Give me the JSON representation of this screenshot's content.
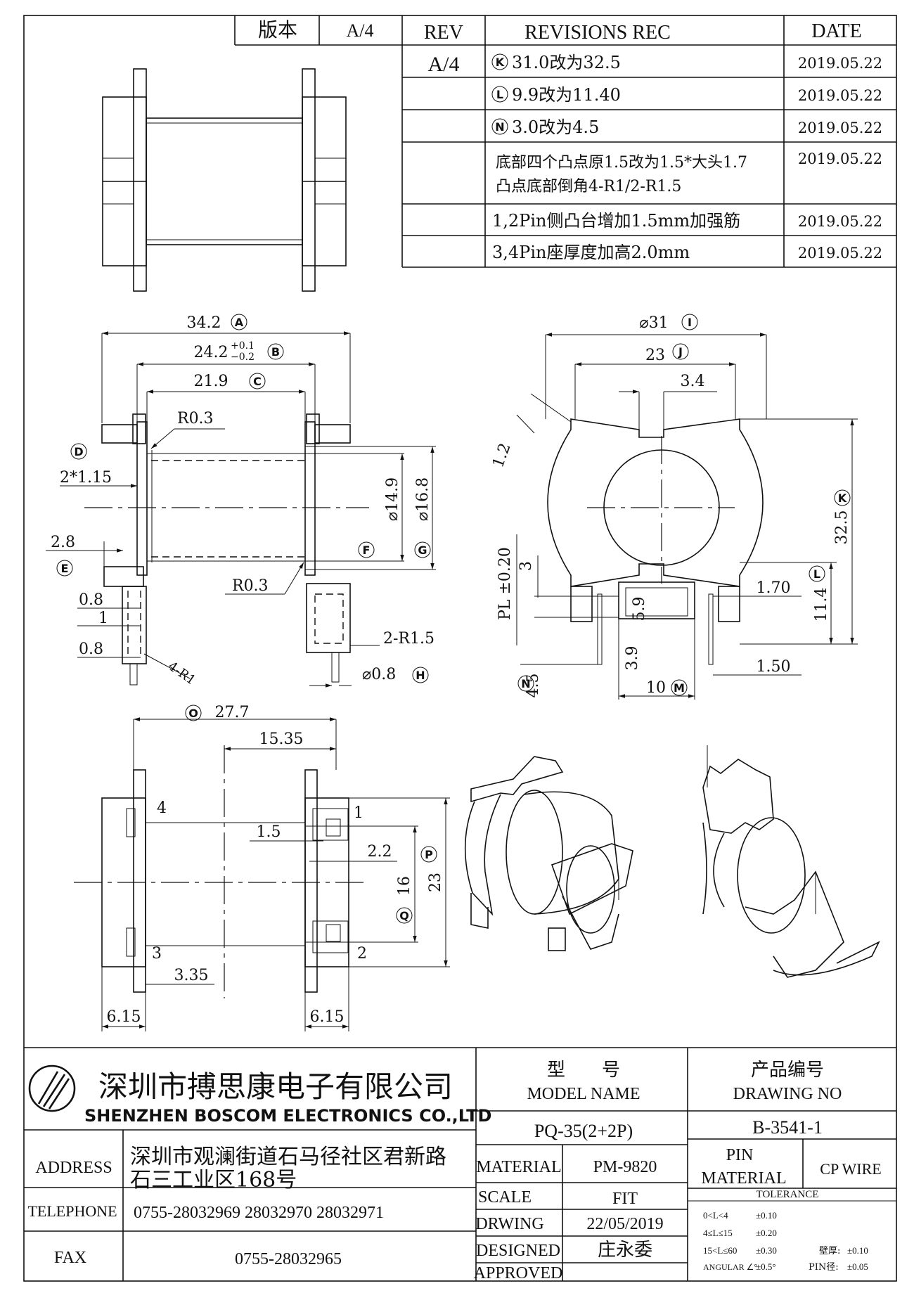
{
  "revision_table": {
    "version_label": "版本",
    "version_value": "A/4",
    "headers": {
      "rev": "REV",
      "revisions": "REVISIONS REC",
      "date": "DATE"
    },
    "rev_value": "A/4",
    "rows": [
      {
        "marker": "K",
        "text": "31.0改为32.5",
        "date": "2019.05.22"
      },
      {
        "marker": "L",
        "text": "9.9改为11.40",
        "date": "2019.05.22"
      },
      {
        "marker": "N",
        "text": "3.0改为4.5",
        "date": "2019.05.22"
      },
      {
        "marker": "",
        "text": "底部四个凸点原1.5改为1.5*大头1.7",
        "text2": "凸点底部倒角4-R1/2-R1.5",
        "date": "2019.05.22"
      },
      {
        "marker": "",
        "text": "1,2Pin侧凸台增加1.5mm加强筋",
        "date": "2019.05.22"
      },
      {
        "marker": "",
        "text": "3,4Pin座厚度加高2.0mm",
        "date": "2019.05.22"
      }
    ]
  },
  "dimensions": {
    "A": "34.2",
    "B": "24.2",
    "B_tol_plus": "+0.1",
    "B_tol_minus": "−0.2",
    "C": "21.9",
    "D": "2*1.15",
    "E": "2.8",
    "F": "⌀14.9",
    "G": "⌀16.8",
    "H": "⌀0.8",
    "I": "⌀31",
    "J": "23",
    "J_sub": "3.4",
    "K": "32.5",
    "L": "11.4",
    "M": "10",
    "N": "4.5",
    "O": "27.7",
    "O_sub": "15.35",
    "P": "23",
    "Q": "16",
    "r03_top": "R0.3",
    "r03_bottom": "R0.3",
    "r_2r15": "2-R1.5",
    "r_4r1": "4-R1",
    "d08a": "0.8",
    "d1": "1",
    "d08b": "0.8",
    "d12": "1.2",
    "pl": "PL ±0.20",
    "d3": "3",
    "d59": "5.9",
    "d39": "3.9",
    "d170": "1.70",
    "d150": "1.50",
    "d15": "1.5",
    "d22": "2.2",
    "d335": "3.35",
    "d615a": "6.15",
    "d615b": "6.15",
    "pin1": "1",
    "pin2": "2",
    "pin3": "3",
    "pin4": "4"
  },
  "title_block": {
    "company_cn": "深圳市搏思康电子有限公司",
    "company_en": "SHENZHEN BOSCOM ELECTRONICS CO.,LTD",
    "address_label": "ADDRESS",
    "address_line1": "深圳市观澜街道石马径社区君新路",
    "address_line2": "石三工业区168号",
    "telephone_label": "TELEPHONE",
    "telephone_value": "0755-28032969 28032970 28032971",
    "fax_label": "FAX",
    "fax_value": "0755-28032965",
    "model_label_cn": "型　　号",
    "model_label_en": "MODEL NAME",
    "model_value": "PQ-35(2+2P)",
    "drawing_no_label_cn": "产品编号",
    "drawing_no_label_en": "DRAWING NO",
    "drawing_no_value": "B-3541-1",
    "material_label": "MATERIAL",
    "material_value": "PM-9820",
    "scale_label": "SCALE",
    "scale_value": "FIT",
    "drawing_date_label": "DRWING",
    "drawing_date_value": "22/05/2019",
    "designed_label": "DESIGNED",
    "designed_value": "庄永委",
    "approved_label": "APPROVED",
    "pin_material_label1": "PIN",
    "pin_material_label2": "MATERIAL",
    "pin_material_value": "CP WIRE",
    "tolerance_label": "TOLERANCE",
    "tolerances": [
      {
        "range": "0<L<4",
        "value": "±0.10"
      },
      {
        "range": "4≤L≤15",
        "value": "±0.20"
      },
      {
        "range": "15<L≤60",
        "value": "±0.30"
      },
      {
        "range": "ANGULAR ∠°",
        "value": "±0.5°"
      }
    ],
    "wall_label": "壁厚:",
    "wall_value": "±0.10",
    "pin_dia_label": "PIN径:",
    "pin_dia_value": "±0.05"
  }
}
